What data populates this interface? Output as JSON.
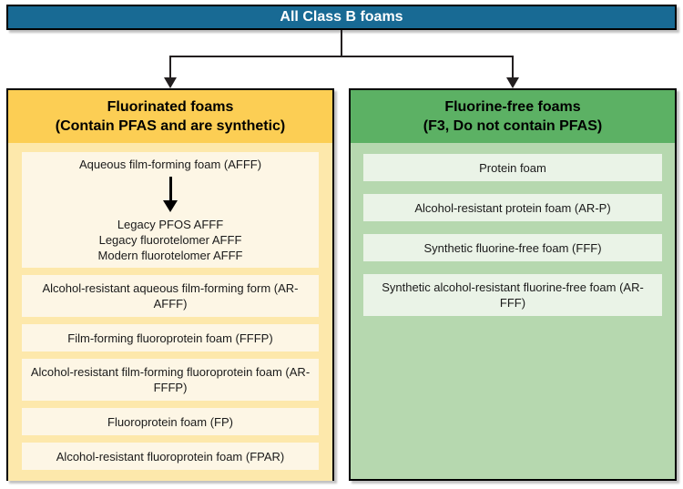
{
  "title": "All Class B foams",
  "left": {
    "header_line1": "Fluorinated foams",
    "header_line2": "(Contain PFAS and are synthetic)",
    "group": {
      "parent": "Aqueous film-forming foam (AFFF)",
      "children": [
        "Legacy PFOS AFFF",
        "Legacy fluorotelomer AFFF",
        "Modern fluorotelomer AFFF"
      ]
    },
    "items": [
      "Alcohol-resistant aqueous film-forming form (AR-AFFF)",
      "Film-forming fluoroprotein foam (FFFP)",
      "Alcohol-resistant film-forming fluoroprotein foam (AR-FFFP)",
      "Fluoroprotein foam (FP)",
      "Alcohol-resistant fluoroprotein foam (FPAR)"
    ]
  },
  "right": {
    "header_line1": "Fluorine-free foams",
    "header_line2": "(F3, Do not contain PFAS)",
    "items": [
      "Protein foam",
      "Alcohol-resistant protein foam (AR-P)",
      "Synthetic fluorine-free foam (FFF)",
      "Synthetic alcohol-resistant fluorine-free foam (AR-FFF)"
    ]
  },
  "colors": {
    "blue": "#186A94",
    "orange_header": "#FCCE54",
    "orange_body": "#FDE8AB",
    "cream_item": "#FDF6E5",
    "green_header": "#5CB164",
    "green_body": "#B6D8AF",
    "green_item": "#EAF3E7",
    "line": "#231F20",
    "title_text": "#FFFFFF"
  }
}
